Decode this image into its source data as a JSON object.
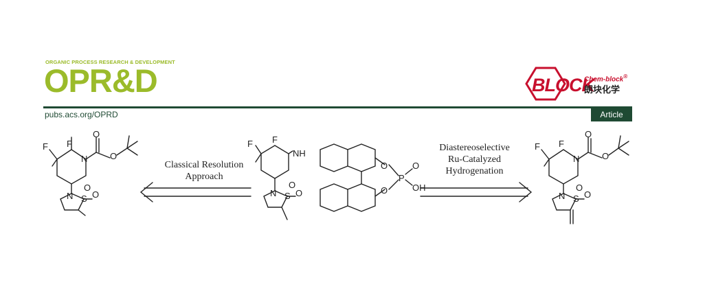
{
  "journal": {
    "name_small": "ORGANIC PROCESS RESEARCH & DEVELOPMENT",
    "name_big": "OPR&D",
    "url": "pubs.acs.org/OPRD",
    "badge": "Article",
    "brand_color": "#9bbb2a",
    "rule_color": "#1f4a33"
  },
  "logo": {
    "text": "BLOCK",
    "sub": "Chem-block",
    "reg": "®",
    "sub_cn": "朗块化学",
    "color": "#c8102e"
  },
  "scheme": {
    "left_label_line1": "Classical Resolution",
    "left_label_line2": "Approach",
    "right_label_line1": "Diastereoselective",
    "right_label_line2": "Ru-Catalyzed",
    "right_label_line3": "Hydrogenation",
    "atoms": {
      "F": "F",
      "N": "N",
      "O": "O",
      "S": "S",
      "P": "P",
      "NH": "NH",
      "OH": "OH"
    }
  }
}
